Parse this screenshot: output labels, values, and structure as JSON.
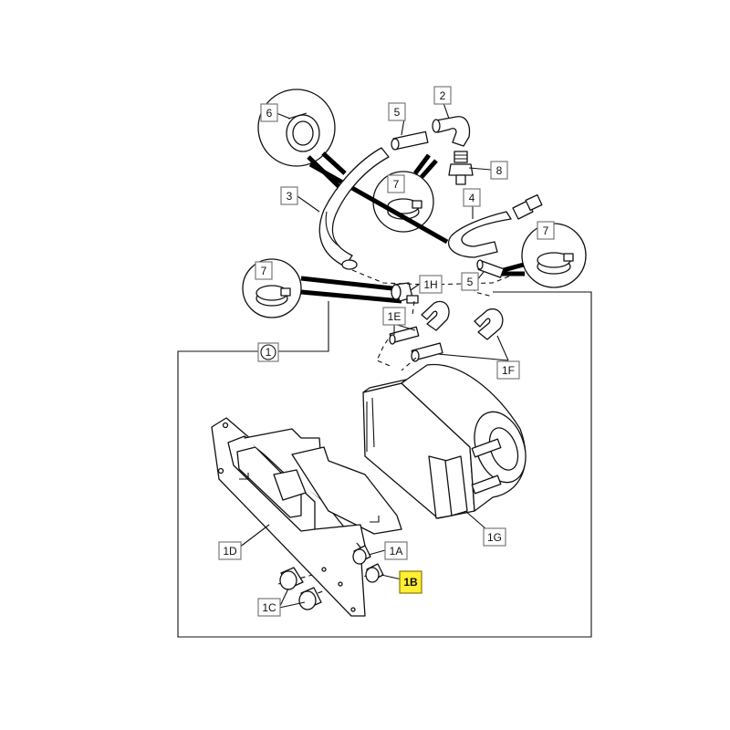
{
  "labels": {
    "l1": "1",
    "l1A": "1A",
    "l1B": "1B",
    "l1C": "1C",
    "l1D": "1D",
    "l1E": "1E",
    "l1F": "1F",
    "l1G": "1G",
    "l1H": "1H",
    "l2": "2",
    "l3": "3",
    "l4": "4",
    "l5a": "5",
    "l5b": "5",
    "l6": "6",
    "l7a": "7",
    "l7b": "7",
    "l7c": "7",
    "l8": "8"
  },
  "colors": {
    "highlight": "#ffee33",
    "line": "#111111",
    "label_border": "#7a7a7a"
  }
}
